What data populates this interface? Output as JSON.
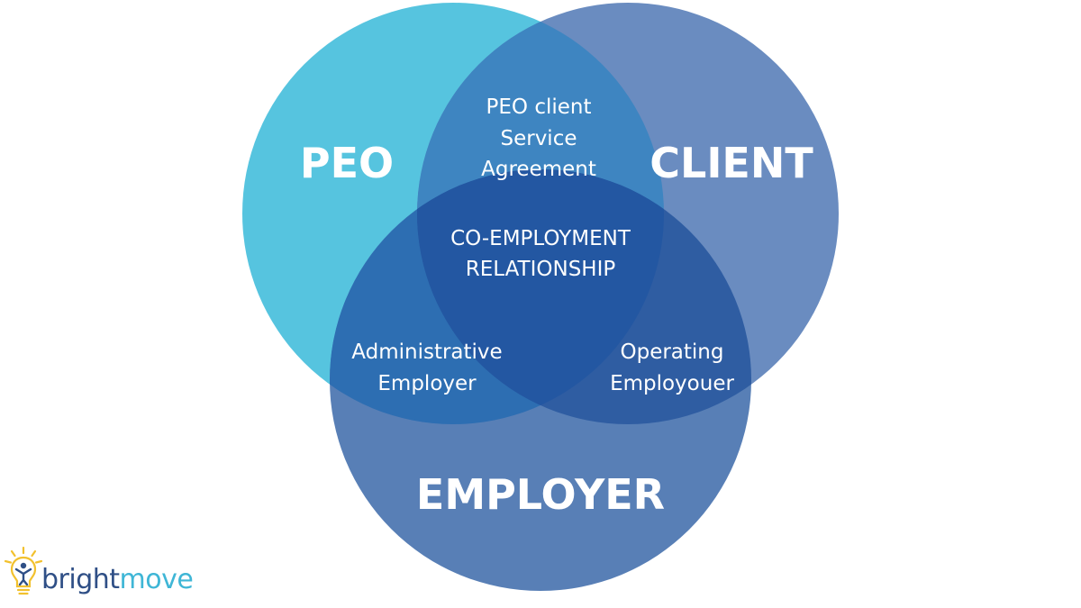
{
  "colors": {
    "peo": "#56c4df",
    "client": "#6a8cc0",
    "employer": "#587fb6",
    "peo_client": "#3e85c1",
    "peo_employer": "#2d6eb2",
    "client_employer": "#2f5da2",
    "center": "#2357a2",
    "logo_dark": "#2f4f86",
    "logo_light": "#3fb6d6",
    "logo_bulb": "#f2c12e"
  },
  "sets": {
    "peo": "PEO",
    "client": "CLIENT",
    "employer": "EMPLOYER"
  },
  "regions": {
    "peo_client": [
      "PEO client",
      "Service",
      "Agreement"
    ],
    "center": [
      "CO-EMPLOYMENT",
      "RELATIONSHIP"
    ],
    "peo_employer": [
      "Administrative",
      "Employer"
    ],
    "client_employer": [
      "Operating",
      "Employouer"
    ]
  },
  "logo": {
    "icon": "lightbulb-person-icon",
    "part1": "bright",
    "part2": "move"
  }
}
